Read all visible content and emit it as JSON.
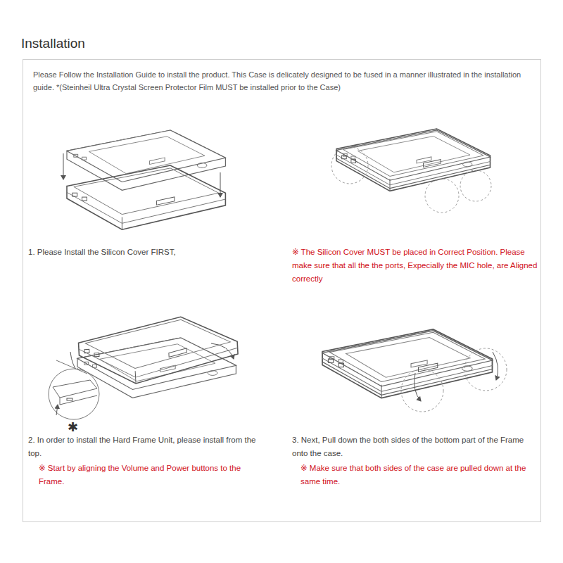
{
  "diagram": {
    "title": "Installation",
    "nodes": [
      {
        "text": [
          "Please Follow the Installation Guide to install the product. This Case is delicately designed to be fused in a manner illustrated in the installation guide. *(Steinheil Ultra Crystal Screen Protector Film MUST be installed prior to the Case)"
        ]
      }
    ],
    "labels": [
      "1. Please Install the Silicon Cover FIRST,",
      "※ The Silicon Cover MUST be placed in Correct Position. Please make sure that all the the ports, Expecially the MIC hole, are Aligned correctly",
      "2. In order to install the Hard Frame Unit, please install from the top.",
      "※ Start by aligning the Volume and Power buttons to the Frame.",
      "3. Next, Pull down the both sides of the bottom part of the Frame onto the case.",
      "※ Make sure that both sides of the case are pulled down at the same time.",
      "✱"
    ]
  }
}
